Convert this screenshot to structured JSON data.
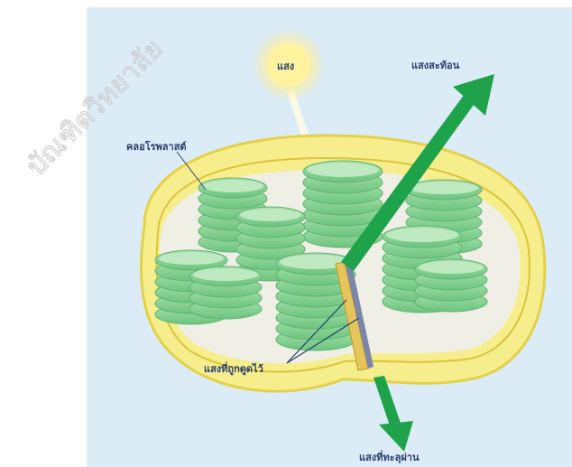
{
  "watermark_text": "บัณฑิตวิทยาลัย",
  "labels": {
    "light": "แสง",
    "chloroplast": "คลอโรพลาสต์",
    "reflected": "แสงสะท้อน",
    "absorbed": "แสงที่ถูกดูดไว้",
    "transmitted": "แสงที่ทะลุผ่าน"
  },
  "icons": {
    "sun": "sun-icon",
    "reflected_arrow": "arrow-up-right-icon",
    "transmitted_arrow": "arrow-down-icon"
  },
  "colors": {
    "background": "#dcecf6",
    "envelope_fill": "#f6ee8c",
    "envelope_stroke": "#d9c43a",
    "stroma": "#efefe6",
    "thylakoid": "#8fd49a",
    "thylakoid_top": "#bfe9c0",
    "arrow_green": "#1fa34a",
    "sun": "#fff3a0",
    "label_text": "#2a3f6e"
  }
}
